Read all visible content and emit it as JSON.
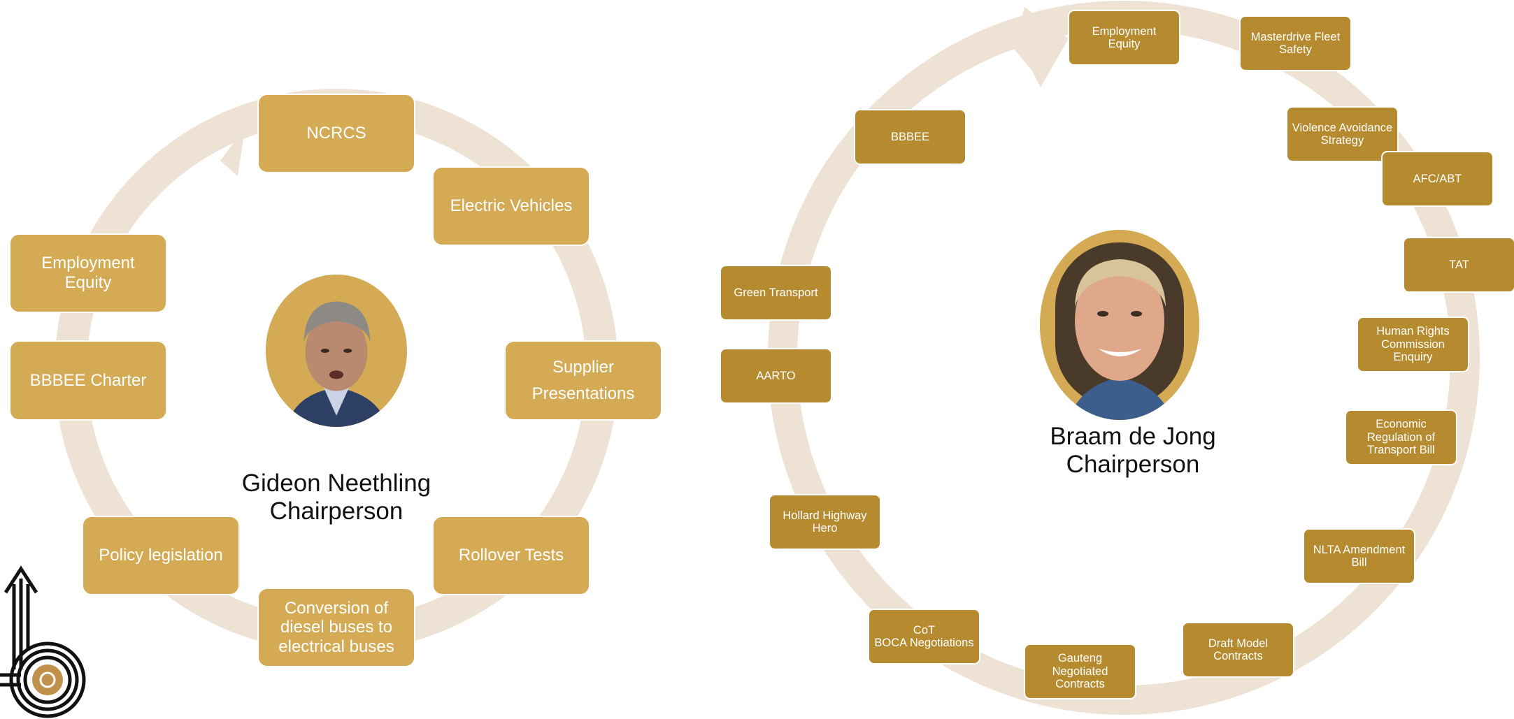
{
  "left_cycle": {
    "person_name": "Gideon Neethling",
    "person_title": "Chairperson",
    "items": [
      "NCRCS",
      "Electric Vehicles",
      "Supplier\nPresentations",
      "Rollover Tests",
      "Conversion of\ndiesel buses to\nelectrical buses",
      "Policy legislation",
      "BBBEE Charter",
      "Employment Equity"
    ]
  },
  "right_cycle": {
    "person_name": "Braam de Jong",
    "person_title": "Chairperson",
    "items": [
      "Employment\nEquity",
      "Masterdrive Fleet\nSafety",
      "Violence Avoidance\nStrategy",
      "AFC/ABT",
      "TAT",
      "Human Rights\nCommission\nEnquiry",
      "Economic\nRegulation of\nTransport Bill",
      "NLTA Amendment\nBill",
      "Draft Model\nContracts",
      "Gauteng\nNegotiated\nContracts",
      "CoT\nBOCA Negotiations",
      "Hollard Highway\nHero",
      "AARTO",
      "Green Transport",
      "BBBEE"
    ]
  },
  "colors": {
    "ring": "#EDE2D3",
    "big_box": "#D4AA55",
    "small_box": "#B68B30",
    "text_on_box": "#FFFFFF"
  },
  "icons": {
    "logo": "bus-logo-icon",
    "arrow_left": "cycle-arrow-icon",
    "arrow_right": "cycle-arrow-icon"
  }
}
